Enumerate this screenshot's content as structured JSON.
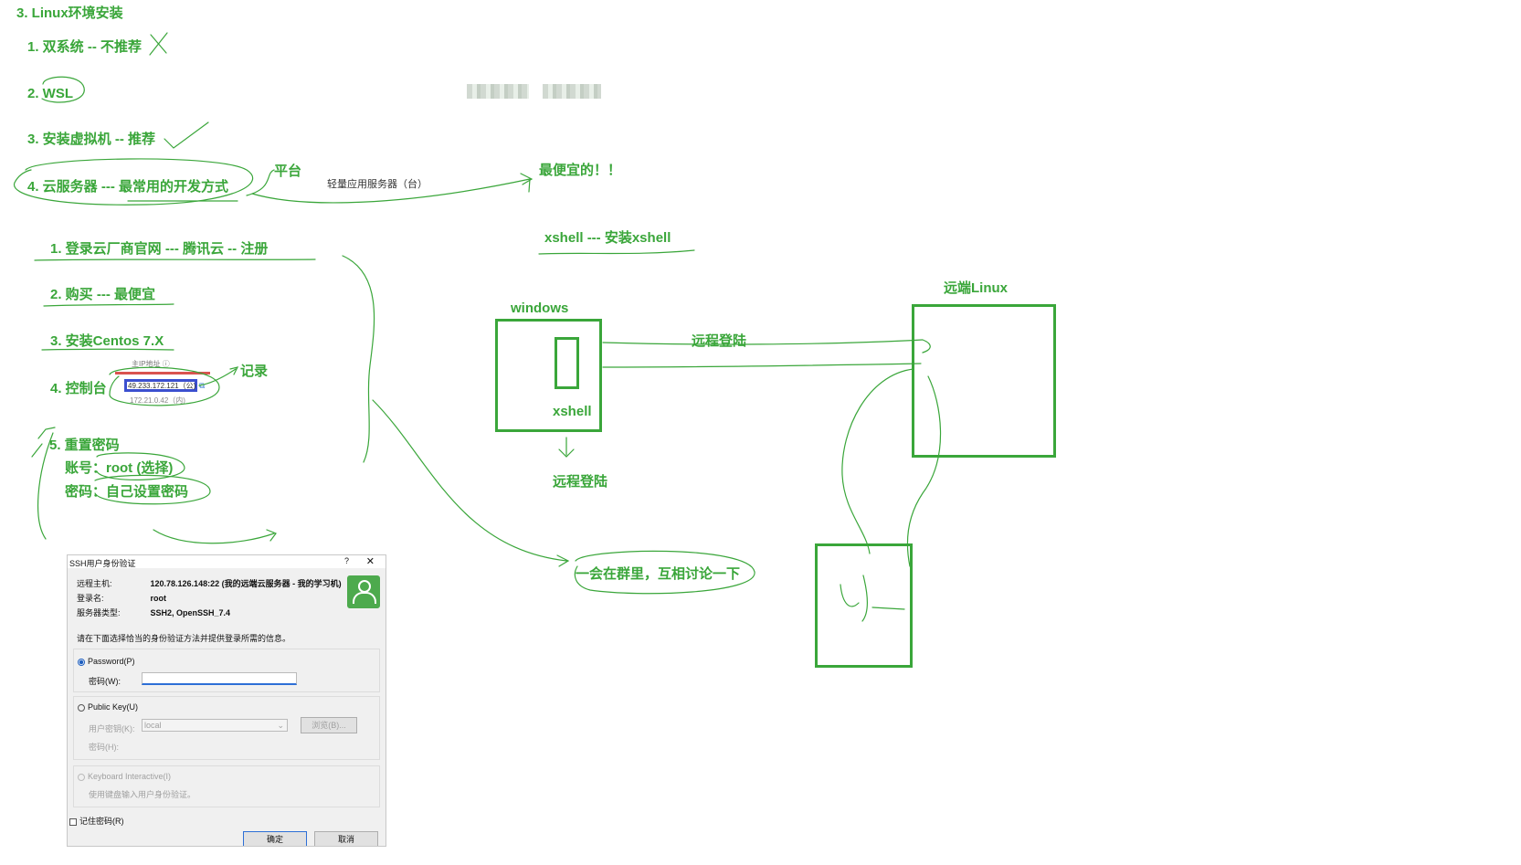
{
  "title": "3. Linux环境安装",
  "options": [
    "1. 双系统 -- 不推荐",
    "2. WSL",
    "3. 安装虚拟机 -- 推荐",
    "4. 云服务器 --- 最常用的开发方式"
  ],
  "platform_label": "平台",
  "lightweight_server": "轻量应用服务器（台）",
  "cheapest_label": "最便宜的！！",
  "steps": [
    "1. 登录云厂商官网 --- 腾讯云 -- 注册",
    "2. 购买 --- 最便宜",
    "3. 安装Centos 7.X",
    "4. 控制台",
    "5. 重置密码"
  ],
  "record_label": "记录",
  "ip_card": {
    "label": "主IP地址 ⓘ",
    "public_ip": "49.233.172.121（公)",
    "private_ip": "172.21.0.42（内)"
  },
  "account": {
    "label": "账号：",
    "value": "root (选择)"
  },
  "password": {
    "label": "密码：",
    "value": "自己设置密码"
  },
  "xshell_note": "xshell --- 安装xshell",
  "diagram": {
    "windows_label": "windows",
    "xshell_label": "xshell",
    "remote_linux_label": "远端Linux",
    "remote_login_top": "远程登陆",
    "remote_login_bottom": "远程登陆",
    "discuss": "一会在群里，互相讨论一下"
  },
  "ssh_dialog": {
    "title": "SSH用户身份验证",
    "help": "?",
    "close": "✕",
    "host_label": "远程主机:",
    "host_value": "120.78.126.148:22 (我的远端云服务器 - 我的学习机)",
    "user_label": "登录名:",
    "user_value": "root",
    "server_label": "服务器类型:",
    "server_value": "SSH2, OpenSSH_7.4",
    "hint": "请在下面选择恰当的身份验证方法并提供登录所需的信息。",
    "password_option": "Password(P)",
    "password_field_label": "密码(W):",
    "publickey_option": "Public Key(U)",
    "userkey_label": "用户密钥(K):",
    "userkey_value": "local",
    "browse_button": "浏览(B)...",
    "passphrase_label": "密码(H):",
    "keyboard_option": "Keyboard Interactive(I)",
    "keyboard_hint": "使用键盘输入用户身份验证。",
    "remember_label": "记住密码(R)",
    "ok_button": "确定",
    "cancel_button": "取消"
  },
  "colors": {
    "ink": "#3aa63a",
    "accent_red": "#d9534f",
    "accent_blue": "#3b4fcf"
  }
}
